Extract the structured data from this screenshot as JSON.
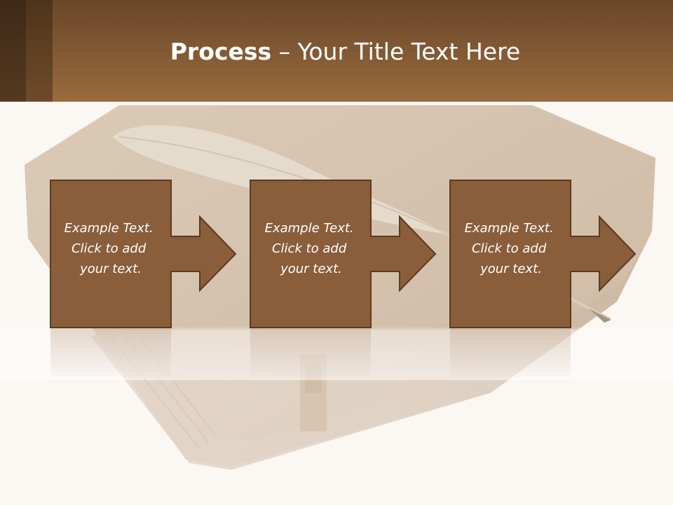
{
  "title": {
    "bold": "Process",
    "rest": " – Your Title Text Here"
  },
  "steps": [
    {
      "line1": "Example Text.",
      "line2": "Click  to add",
      "line3": "your text."
    },
    {
      "line1": "Example Text.",
      "line2": "Click  to add",
      "line3": "your text."
    },
    {
      "line1": "Example Text.",
      "line2": "Click  to add",
      "line3": "your text."
    }
  ],
  "colors": {
    "box": "#8a5e3b",
    "border": "#5b3b20",
    "header": "#9a6b3e",
    "background": "#fbf7f3"
  }
}
